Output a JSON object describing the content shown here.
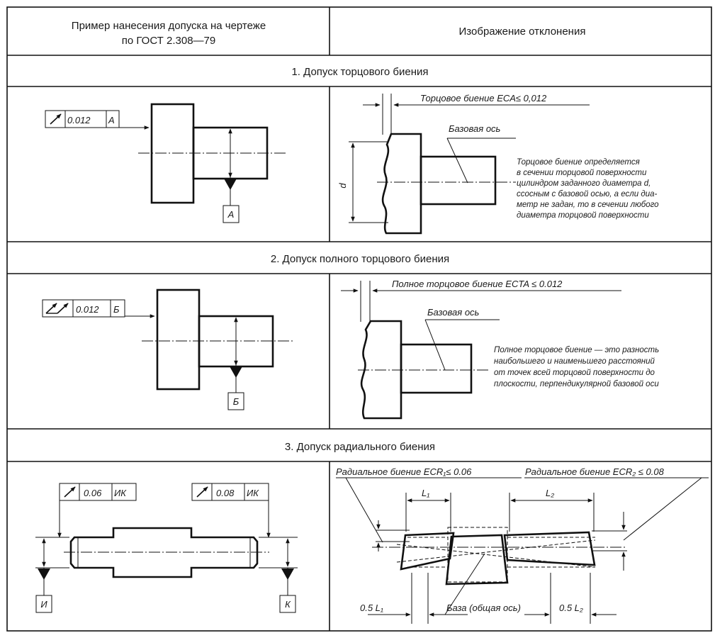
{
  "header": {
    "left": "Пример нанесения допуска на чертеже по ГОСТ 2.308—79",
    "right": "Изображение отклонения"
  },
  "sections": [
    {
      "title": "1. Допуск торцового биения",
      "frame_value": "0.012",
      "frame_base": "А",
      "datum_letter": "А",
      "deviation_label": "Торцовое биение ECA≤ 0,012",
      "axis_label": "Базовая ось",
      "diameter_label": "d",
      "note": [
        "Торцовое биение определяется",
        "в сечении торцовой поверхности",
        "цилиндром заданного диаметра d,",
        "ссосным с базовой осью, а если диа-",
        "метр не задан, то в сечении любого",
        "диаметра торцовой поверхности"
      ]
    },
    {
      "title": "2. Допуск полного торцового биения",
      "frame_value": "0.012",
      "frame_base": "Б",
      "datum_letter": "Б",
      "deviation_label": "Полное торцовое биение ECTA  ≤ 0.012",
      "axis_label": "Базовая ось",
      "note": [
        "Полное торцовое биение — это разность",
        "наибольшего и наименьшего расстояний",
        "от точек всей торцовой поверхности до",
        "плоскости, перпендикулярной базовой оси"
      ]
    },
    {
      "title": "3. Допуск радиального биения",
      "frame1_value": "0.06",
      "frame1_base": "ИК",
      "frame2_value": "0.08",
      "frame2_base": "ИК",
      "datum1_letter": "И",
      "datum2_letter": "К",
      "deviation1_label": "Радиальное биение ECR₁≤ 0.06",
      "deviation2_label": "Радиальное биение ECR₂ ≤ 0.08",
      "l1_label": "L₁",
      "l2_label": "L₂",
      "half_l1_label": "0.5 L₁",
      "half_l2_label": "0.5 L₂",
      "base_label": "База (общая ось)"
    }
  ],
  "icons": {
    "runout": "runout-arrow-icon",
    "total_runout": "total-runout-arrow-icon",
    "datum": "datum-triangle-icon"
  }
}
